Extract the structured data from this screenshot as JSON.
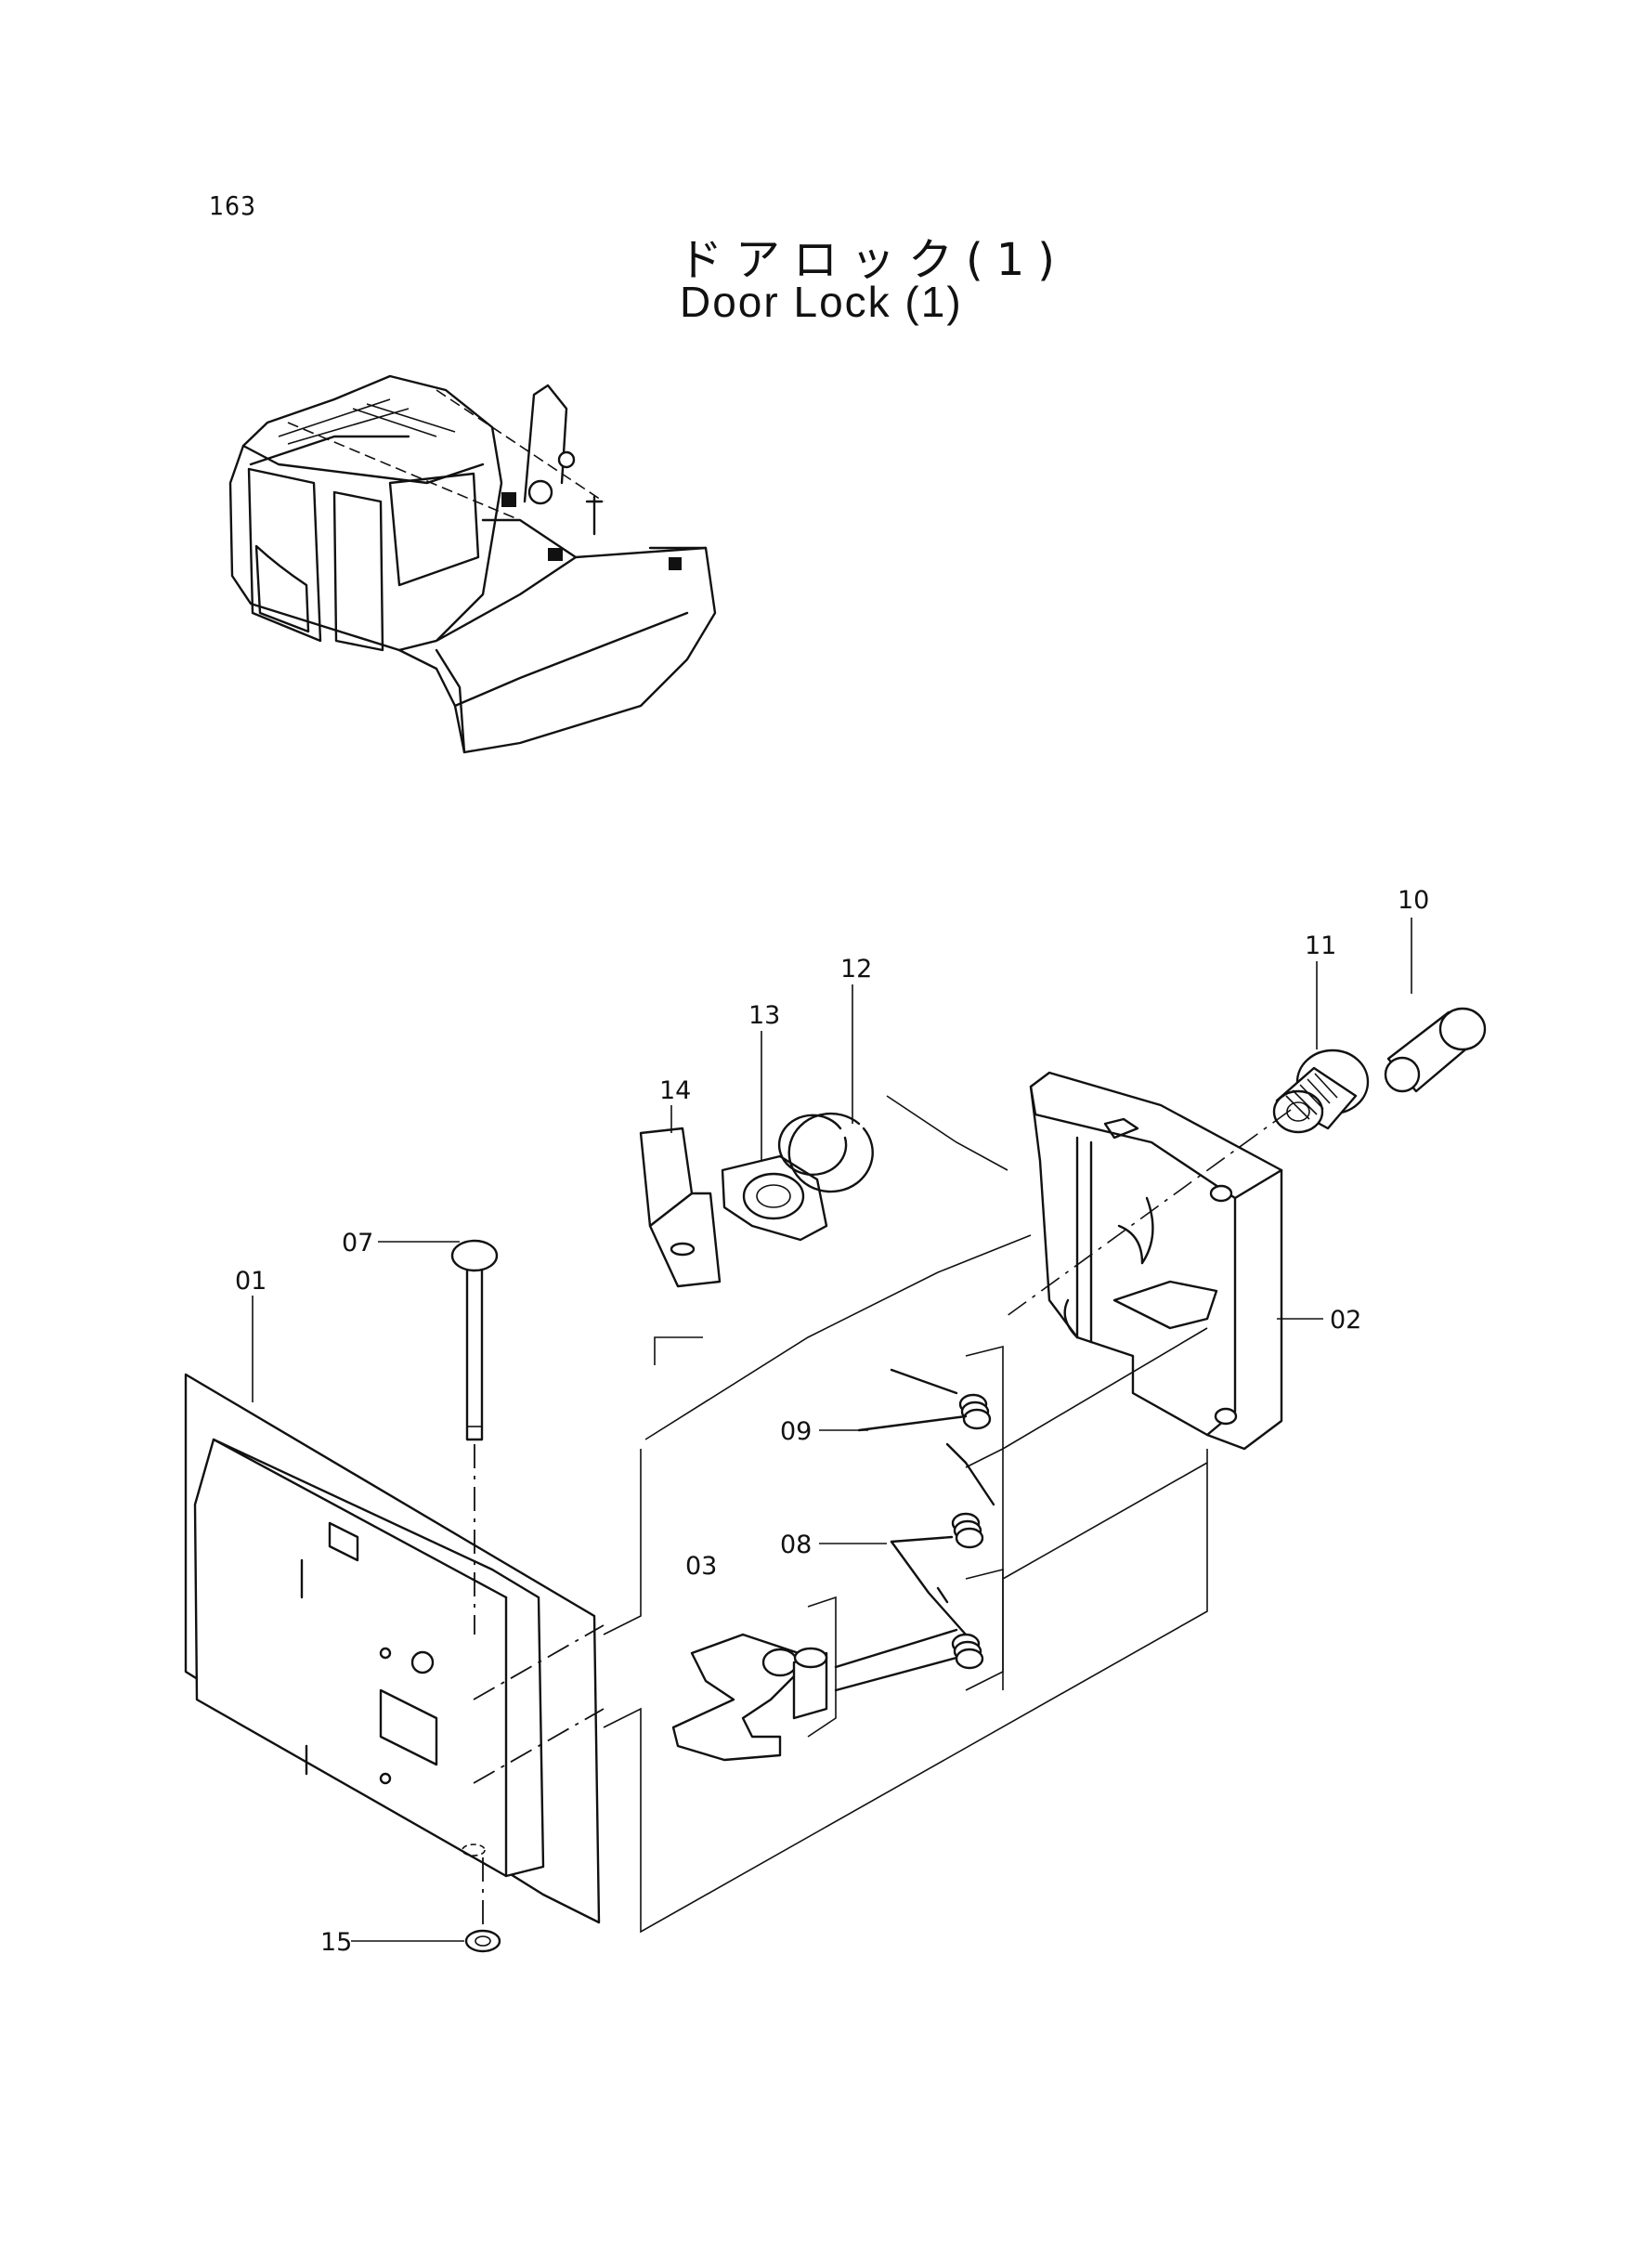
{
  "page": {
    "number": "163"
  },
  "title": {
    "japanese": "ドアロック(1)",
    "english": "Door Lock (1)"
  },
  "callouts": [
    "01",
    "02",
    "03",
    "07",
    "08",
    "09",
    "10",
    "11",
    "12",
    "13",
    "14",
    "15"
  ]
}
